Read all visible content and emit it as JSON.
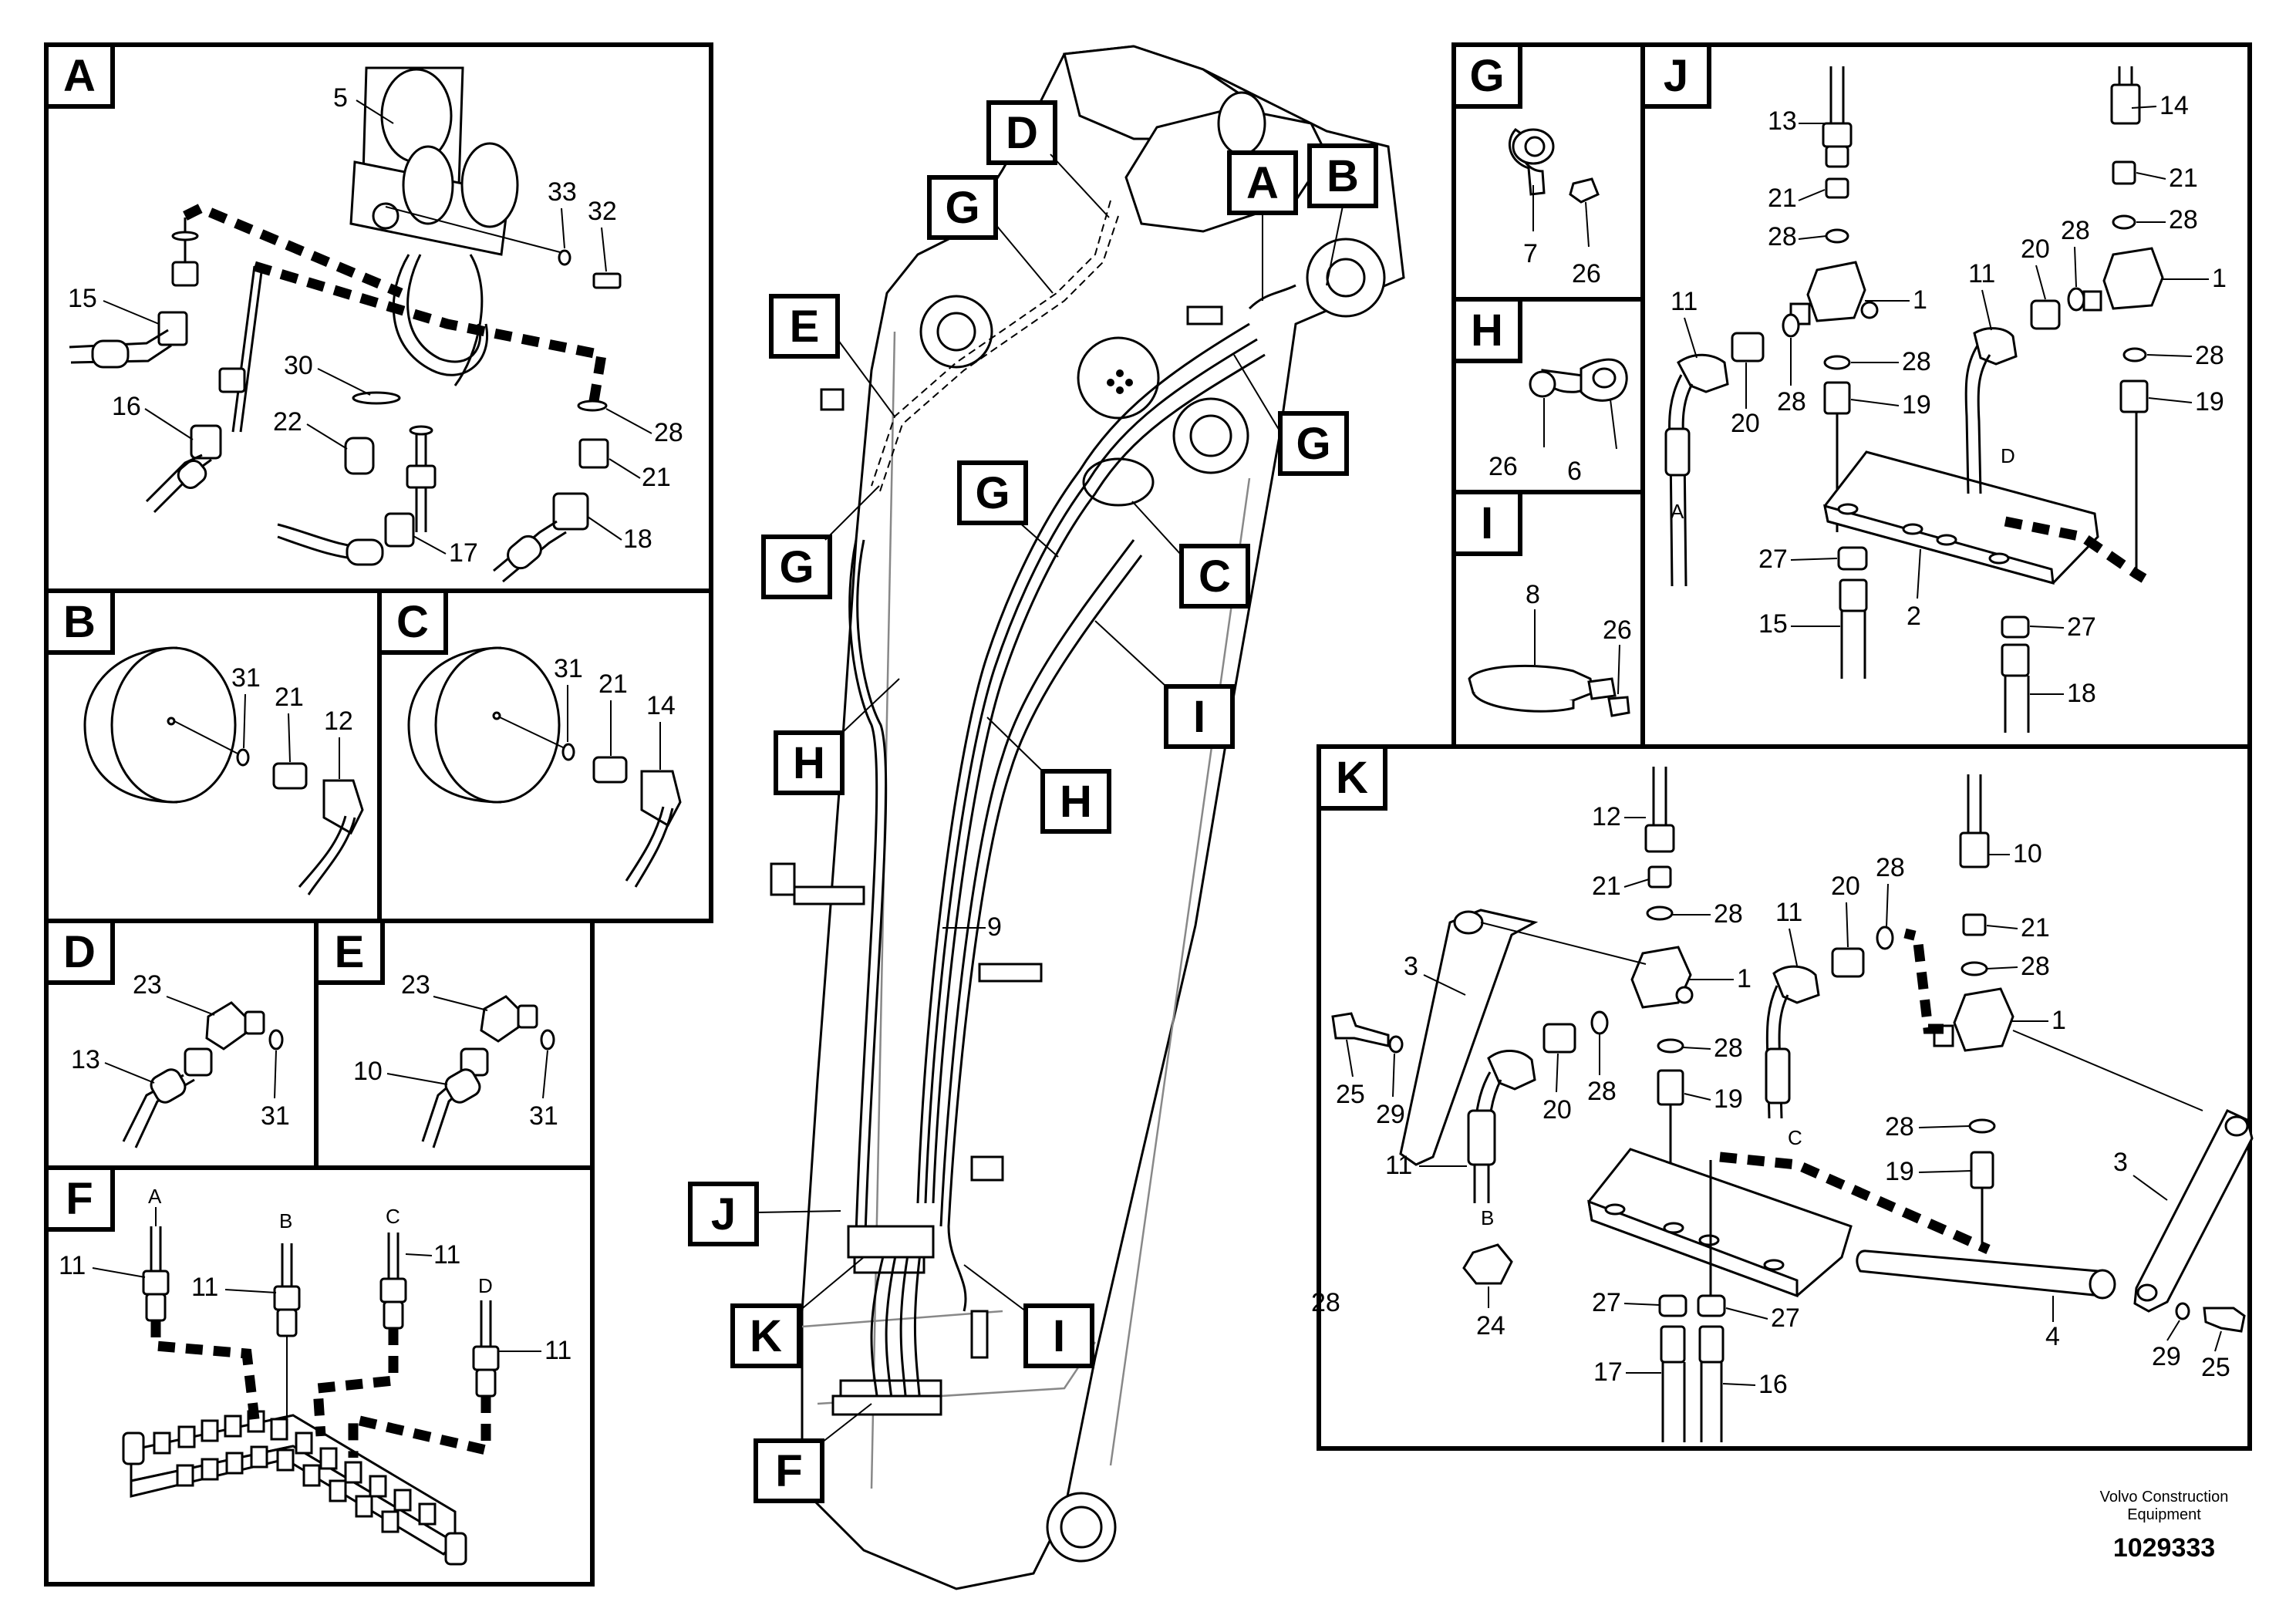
{
  "panel_letters": {
    "A": "A",
    "B": "B",
    "C": "C",
    "D": "D",
    "E": "E",
    "F": "F",
    "G": "G",
    "H": "H",
    "I": "I",
    "J": "J",
    "K": "K"
  },
  "boom_tags": [
    "D",
    "A",
    "B",
    "G",
    "E",
    "G",
    "G",
    "G",
    "C",
    "H",
    "I",
    "H",
    "J",
    "K",
    "I",
    "F"
  ],
  "callouts": {
    "A": [
      "5",
      "33",
      "32",
      "15",
      "30",
      "22",
      "16",
      "28",
      "21",
      "17",
      "18"
    ],
    "B": [
      "31",
      "21",
      "12"
    ],
    "C": [
      "31",
      "21",
      "14"
    ],
    "D": [
      "23",
      "13",
      "31"
    ],
    "E": [
      "23",
      "10",
      "31"
    ],
    "F": [
      "11",
      "11",
      "11",
      "11"
    ],
    "G": [
      "7",
      "26"
    ],
    "H": [
      "26",
      "6"
    ],
    "I": [
      "8",
      "26"
    ],
    "J": [
      "13",
      "14",
      "21",
      "21",
      "28",
      "28",
      "1",
      "1",
      "11",
      "11",
      "20",
      "20",
      "28",
      "28",
      "28",
      "28",
      "19",
      "19",
      "27",
      "27",
      "15",
      "2",
      "18"
    ],
    "K": [
      "12",
      "10",
      "21",
      "21",
      "28",
      "28",
      "28",
      "28",
      "1",
      "1",
      "3",
      "3",
      "11",
      "11",
      "20",
      "20",
      "28",
      "28",
      "28",
      "19",
      "19",
      "25",
      "25",
      "29",
      "29",
      "27",
      "27",
      "24",
      "17",
      "16",
      "4"
    ],
    "boom": [
      "9"
    ]
  },
  "hose_letters": {
    "F": [
      "A",
      "B",
      "C",
      "D"
    ],
    "J": [
      "A",
      "D"
    ],
    "K": [
      "B",
      "C"
    ]
  },
  "footer": {
    "maker_line1": "Volvo Construction",
    "maker_line2": "Equipment",
    "drawing_number": "1029333"
  }
}
